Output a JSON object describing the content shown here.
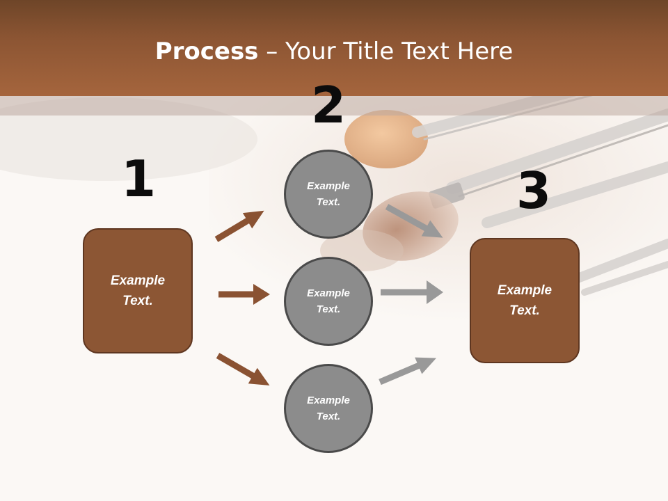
{
  "title": {
    "bold": "Process",
    "rest": " – Your Title Text Here"
  },
  "steps": {
    "one": "1",
    "two": "2",
    "three": "3"
  },
  "left_box": {
    "line1": "Example",
    "line2": "Text."
  },
  "right_box": {
    "line1": "Example",
    "line2": "Text."
  },
  "circles": [
    {
      "line1": "Example",
      "line2": "Text."
    },
    {
      "line1": "Example",
      "line2": "Text."
    },
    {
      "line1": "Example",
      "line2": "Text."
    }
  ],
  "colors": {
    "brown_fill": "#8c5634",
    "brown_border": "#5e3620",
    "brown_arrow": "#8a5232",
    "gray_fill": "#8c8c8c",
    "gray_border": "#4a4a4a",
    "gray_arrow": "#999999",
    "header": "#a5653d"
  },
  "icons": {
    "background": "makeup-brushes-image"
  }
}
